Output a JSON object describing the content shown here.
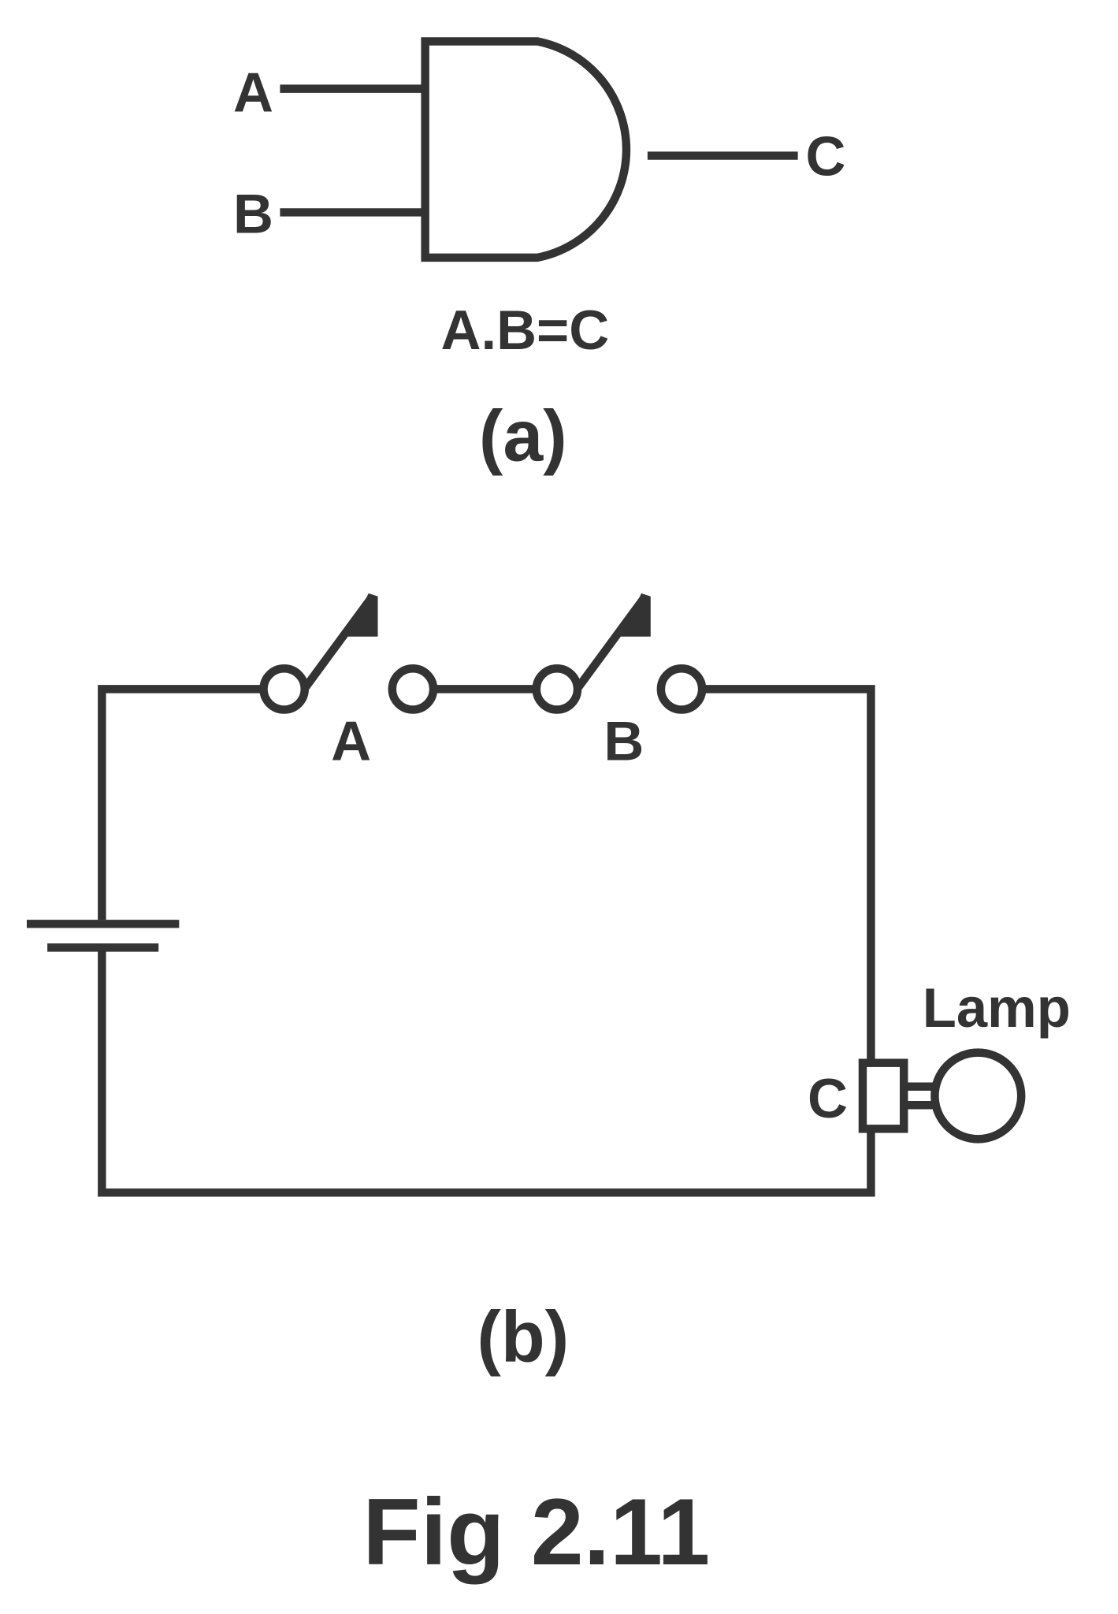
{
  "gate": {
    "input_a": "A",
    "input_b": "B",
    "output": "C",
    "equation": "A.B=C",
    "caption": "(a)"
  },
  "circuit": {
    "switch_a": "A",
    "switch_b": "B",
    "lamp_label": "Lamp",
    "lamp_terminal": "C",
    "caption": "(b)"
  },
  "figure_title": "Fig 2.11",
  "colors": {
    "ink": "#333333",
    "background": "#ffffff"
  }
}
